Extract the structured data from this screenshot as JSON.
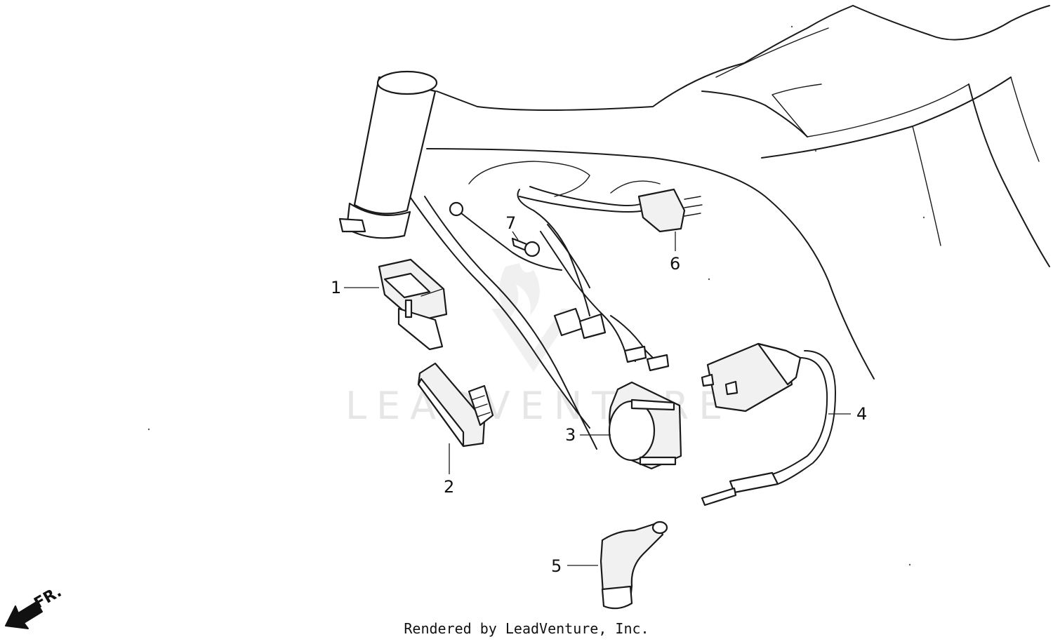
{
  "watermark": "LEADVENTURE",
  "direction_label": "FR.",
  "footer": "Rendered by LeadVenture, Inc.",
  "callouts": [
    {
      "id": "1"
    },
    {
      "id": "2"
    },
    {
      "id": "3"
    },
    {
      "id": "4"
    },
    {
      "id": "5"
    },
    {
      "id": "6"
    },
    {
      "id": "7"
    }
  ],
  "icons": [
    "front-arrow-icon"
  ]
}
